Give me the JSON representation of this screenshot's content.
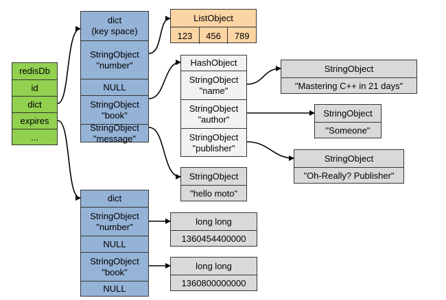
{
  "colors": {
    "green": "#92d050",
    "blue": "#95b3d7",
    "orange": "#fcd5a5",
    "white": "#f2f2f2",
    "gray": "#d9d9d9",
    "line": "#000000"
  },
  "redisdb": {
    "cells": [
      "redisDb",
      "id",
      "dict",
      "expires",
      "..."
    ]
  },
  "keyspace": {
    "title": "dict\n(key space)",
    "cells": [
      "StringObject\n\"number\"",
      "NULL",
      "StringObject\n\"book\"",
      "StringObject\n\"message\""
    ]
  },
  "listobject": {
    "title": "ListObject",
    "values": [
      "123",
      "456",
      "789"
    ]
  },
  "hashobject": {
    "title": "HashObject",
    "cells": [
      "StringObject\n\"name\"",
      "StringObject\n\"author\"",
      "StringObject\n\"publisher\""
    ]
  },
  "name_value": {
    "title": "StringObject",
    "value": "\"Mastering C++ in 21 days\""
  },
  "author_value": {
    "title": "StringObject",
    "value": "\"Someone\""
  },
  "publisher_value": {
    "title": "StringObject",
    "value": "\"Oh-Really? Publisher\""
  },
  "message_value": {
    "title": "StringObject",
    "value": "\"hello moto\""
  },
  "expires_dict": {
    "title": "dict",
    "cells": [
      "StringObject\n\"number\"",
      "NULL",
      "StringObject\n\"book\"",
      "NULL"
    ]
  },
  "number_expire": {
    "title": "long long",
    "value": "1360454400000"
  },
  "book_expire": {
    "title": "long long",
    "value": "1360800000000"
  }
}
